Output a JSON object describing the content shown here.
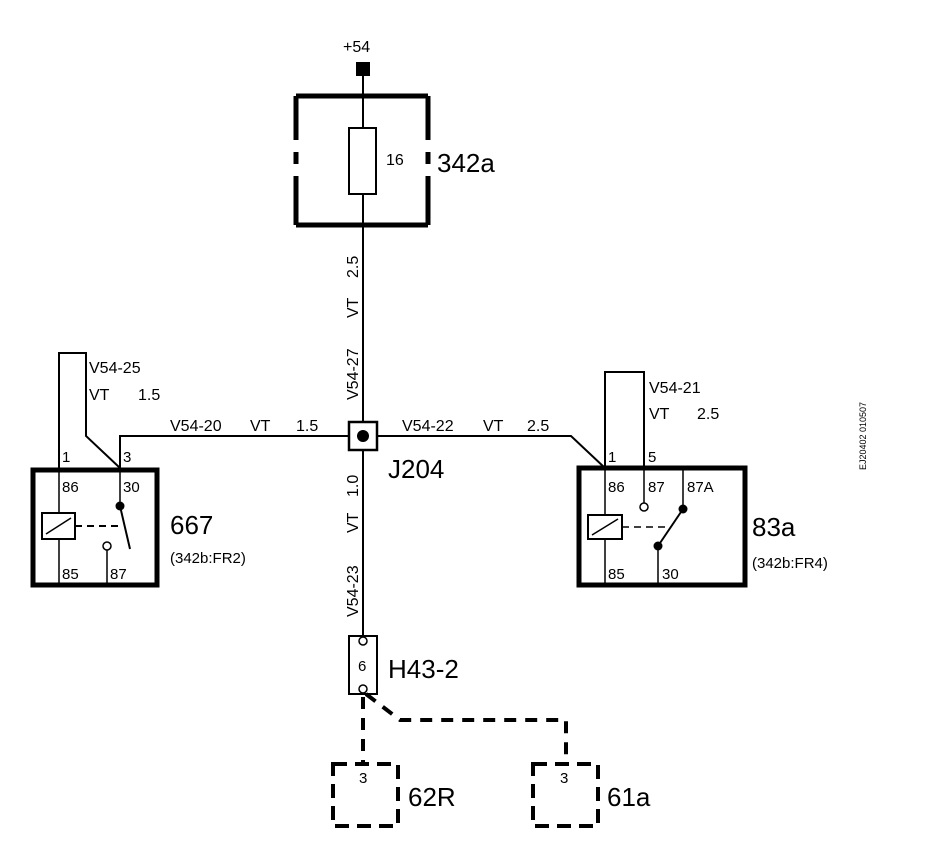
{
  "supply": {
    "label": "+54"
  },
  "fuse_box": {
    "label": "342a",
    "fuse_number": "16"
  },
  "wires": {
    "main_upper": {
      "id": "V54-27",
      "color": "VT",
      "gauge": "2.5"
    },
    "main_lower": {
      "id": "V54-23",
      "color": "VT",
      "gauge": "1.0"
    },
    "left_branch": {
      "id": "V54-20",
      "color": "VT",
      "gauge": "1.5"
    },
    "right_branch": {
      "id": "V54-22",
      "color": "VT",
      "gauge": "2.5"
    },
    "left_loop": {
      "id": "V54-25",
      "color": "VT",
      "gauge": "1.5"
    },
    "right_loop": {
      "id": "V54-21",
      "color": "VT",
      "gauge": "2.5"
    }
  },
  "junction": {
    "label": "J204"
  },
  "relay_left": {
    "label": "667",
    "location": "(342b:FR2)",
    "pins": {
      "p1": "1",
      "p3": "3",
      "p86": "86",
      "p30": "30",
      "p85": "85",
      "p87": "87"
    }
  },
  "relay_right": {
    "label": "83a",
    "location": "(342b:FR4)",
    "pins": {
      "p1": "1",
      "p5": "5",
      "p86": "86",
      "p87": "87",
      "p87a": "87A",
      "p85": "85",
      "p30": "30"
    }
  },
  "connector": {
    "label": "H43-2",
    "pin": "6"
  },
  "lamps": [
    {
      "label": "62R",
      "pin": "3"
    },
    {
      "label": "61a",
      "pin": "3"
    }
  ],
  "drawing_code": "EJ20402 010507"
}
